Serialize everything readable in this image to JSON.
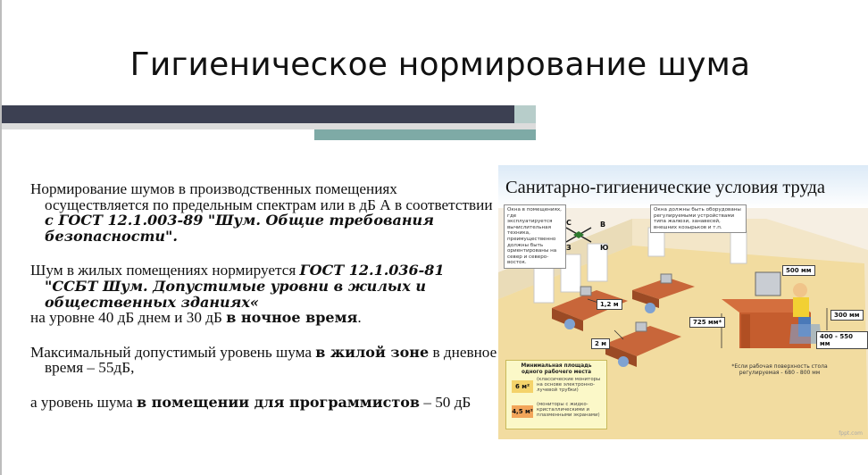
{
  "slide": {
    "title": "Гигиеническое нормирование шума"
  },
  "text": {
    "p1_plain": "Нормирование шумов в производственных помещениях осуществляется по предельным спектрам или в дБ А в соответствии ",
    "p1_bold": "с ГОСТ 12.1.003-89 \"Шум. Общие требования безопасности\".",
    "p2_plain": "Шум в жилых помещениях нормируется ",
    "p2_bold": "ГОСТ 12.1.036-81 \"ССБТ Шум. Допустимые уровни в жилых и общественных зданиях«",
    "p3_plain": "на уровне 40 дБ  днем и 30 дБ  ",
    "p3_bold": "в ночное время",
    "p3_end": ".",
    "p4_plain": "Максимальный допустимый уровень шума ",
    "p4_bold": "в жилой зоне",
    "p4_end": " в дневное время – 55дБ,",
    "p5_plain": "а уровень шума ",
    "p5_bold": "в помещении для программистов",
    "p5_end": " – 50 дБ"
  },
  "illustration": {
    "title": "Санитарно-гигиенические условия труда",
    "note_left": "Окна в помещениях, где эксплуатируется вычислительная техника, преимущественно должны быть ориентированы на север и северо-восток.",
    "note_right": "Окна должны быть оборудованы регулируемыми устройствами типа жалюзи, занавесей, внешних козырьков и т.п.",
    "compass": {
      "c": "С",
      "b": "В",
      "z": "З",
      "yu": "Ю"
    },
    "tags": {
      "d500": "500 мм",
      "d725": "725 мм*",
      "d300": "300 мм",
      "d400_550": "400 - 550 мм",
      "m12": "1,2 м",
      "m2": "2 м"
    },
    "footnote": "*Если рабочая поверхность стола регулируемая - 680 - 800 мм",
    "min_area": {
      "title": "Минимальная площадь одного рабочего места",
      "v1": "6 м²",
      "t1": "(классические мониторы на основе электронно-лучевой трубки)",
      "v2": "4,5 м²",
      "t2": "(мониторы с жидко-кристаллическими и плазменными экранами)"
    },
    "credit": "fppt.com"
  },
  "colors": {
    "bar_dark": "#3c4052",
    "bar_teal": "#7eaaa6",
    "floor": "#f2dca0",
    "desk": "#c8663a"
  }
}
